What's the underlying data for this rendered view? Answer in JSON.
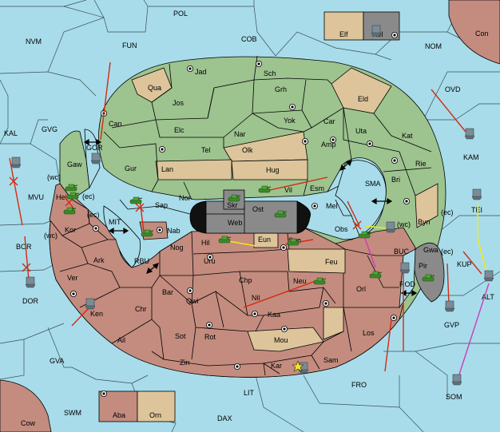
{
  "colors": {
    "sea": "#a8dcea",
    "green": "#9dc38f",
    "tan": "#ddc49a",
    "red": "#c38c7f",
    "gray": "#8a8a8a",
    "black": "#111111",
    "move_red": "#d42a12",
    "move_yellow": "#f0e81e",
    "move_magenta": "#cf3bb5"
  },
  "sea": {
    "POL": "POL",
    "NVM": "NVM",
    "FUN": "FUN",
    "COB": "COB",
    "NOM": "NOM",
    "Con": "Con",
    "OVD": "OVD",
    "KAL": "KAL",
    "GVG": "GVG",
    "MVU": "MVU",
    "BOR": "BOR",
    "DOR": "DOR",
    "KAM": "KAM",
    "TEI": "TEI",
    "KUP": "KUP",
    "ALT": "ALT",
    "GVP": "GVP",
    "SOM": "SOM",
    "GVA": "GVA",
    "SWM": "SWM",
    "LIT": "LIT",
    "DAX": "DAX",
    "FRO": "FRO",
    "Cow": "Cow",
    "SMA": "SMA",
    "MIT": "MIT",
    "RBU": "RBU",
    "GOR": "GOR",
    "BUC": "BUC",
    "ROD": "ROD"
  },
  "green": {
    "Jad": "Jad",
    "Sch": "Sch",
    "Qua": "Qua",
    "Jos": "Jos",
    "Grh": "Grh",
    "Eld": "Eld",
    "Can": "Can",
    "Yok": "Yok",
    "Car": "Car",
    "Uta": "Uta",
    "Kat": "Kat",
    "Elc": "Elc",
    "Nar": "Nar",
    "Amp": "Amp",
    "Tel": "Tel",
    "Olk": "Olk",
    "Rie": "Rie",
    "Gur": "Gur",
    "Lan": "Lan",
    "Hug": "Hug",
    "Bri": "Bri",
    "Gaw": "Gaw",
    "Nor": "Nor",
    "Vil": "Vil",
    "Esm": "Esm",
    "Sap": "Sap",
    "Mel": "Mel",
    "Byn": "Byn",
    "Elf": "Elf",
    "Hel": "Hel"
  },
  "red": {
    "Hei": "Hei",
    "Kor": "Kor",
    "Nab": "Nab",
    "Obs": "Obs",
    "Gwa": "Gwa",
    "Nog": "Nog",
    "Hil": "Hil",
    "Eun": "Eun",
    "Sun": "Sun",
    "Ark": "Ark",
    "Uru": "Uru",
    "Feu": "Feu",
    "Pir": "Pir",
    "Ver": "Ver",
    "Chp": "Chp",
    "Neu": "Neu",
    "Orl": "Orl",
    "Bar": "Bar",
    "Qwi": "Qwi",
    "Nil": "Nil",
    "Ken": "Ken",
    "Chr": "Chr",
    "Kaa": "Kaa",
    "Ail": "Ail",
    "Sot": "Sot",
    "Rot": "Rot",
    "Los": "Los",
    "Mou": "Mou",
    "Zin": "Zin",
    "Kar": "Kar",
    "Sam": "Sam",
    "Aba": "Aba",
    "Orn": "Orn"
  },
  "center": {
    "Skr": "Skr",
    "Ost": "Ost",
    "Web": "Web"
  },
  "coast_tags": {
    "wc1": "(wc)",
    "ec1": "(ec)",
    "ec2": "(ec)",
    "wc2": "(wc)",
    "wc3": "(wc)",
    "ec3": "(ec)",
    "ec4": "(ec)"
  }
}
